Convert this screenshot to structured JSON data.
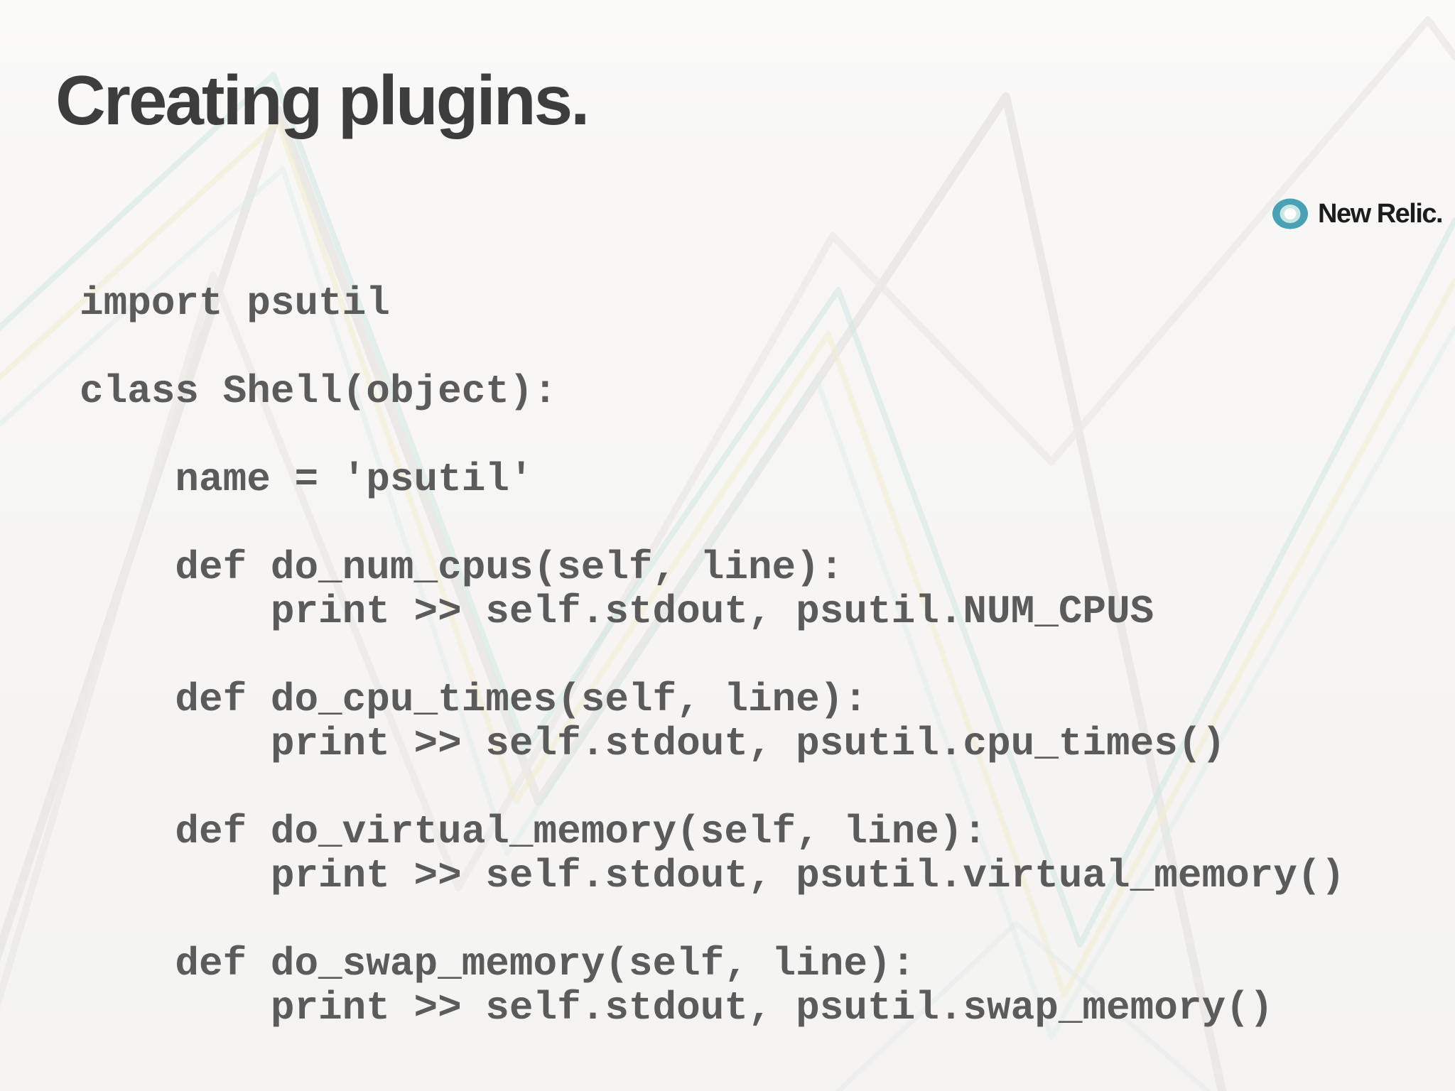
{
  "slide": {
    "title": "Creating plugins.",
    "code_lines": [
      "import psutil",
      "",
      "class Shell(object):",
      "",
      "    name = 'psutil'",
      "",
      "    def do_num_cpus(self, line):",
      "        print >> self.stdout, psutil.NUM_CPUS",
      "",
      "    def do_cpu_times(self, line):",
      "        print >> self.stdout, psutil.cpu_times()",
      "",
      "    def do_virtual_memory(self, line):",
      "        print >> self.stdout, psutil.virtual_memory()",
      "",
      "    def do_swap_memory(self, line):",
      "        print >> self.stdout, psutil.swap_memory()"
    ]
  },
  "logo": {
    "brand": "New Relic."
  },
  "colors": {
    "background": "#f7f6f4",
    "title_text": "#3d3d3d",
    "code_text": "#5b5b5b",
    "logo_teal": "#4aa0b5",
    "logo_teal_light": "#c8e8e3",
    "logo_core": "#fefefc",
    "logo_text": "#1c1c1c",
    "zigzag_teal": "#cfe7e2",
    "zigzag_yellow": "#f2ecd0",
    "zigzag_gray": "#e7e6e3"
  }
}
